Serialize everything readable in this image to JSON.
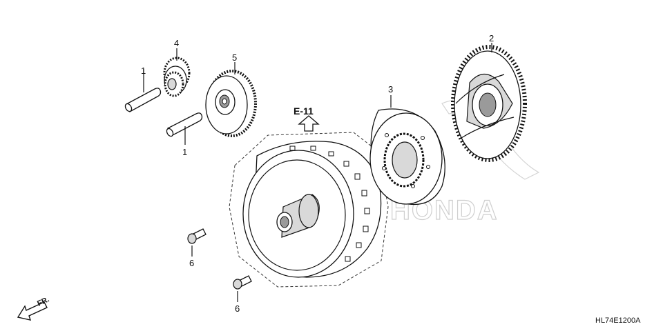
{
  "callouts": [
    {
      "id": "pin-upper",
      "text": "1"
    },
    {
      "id": "pin-lower",
      "text": "1"
    },
    {
      "id": "gear-large",
      "text": "2"
    },
    {
      "id": "starter-clutch",
      "text": "3"
    },
    {
      "id": "gear-small",
      "text": "4"
    },
    {
      "id": "gear-idle",
      "text": "5"
    },
    {
      "id": "bolt-left",
      "text": "6"
    },
    {
      "id": "bolt-right",
      "text": "6"
    }
  ],
  "reference": {
    "text": "E-11"
  },
  "direction": {
    "text": "FR."
  },
  "watermark": {
    "text": "HONDA"
  },
  "diagram_code": {
    "text": "HL74E1200A"
  }
}
